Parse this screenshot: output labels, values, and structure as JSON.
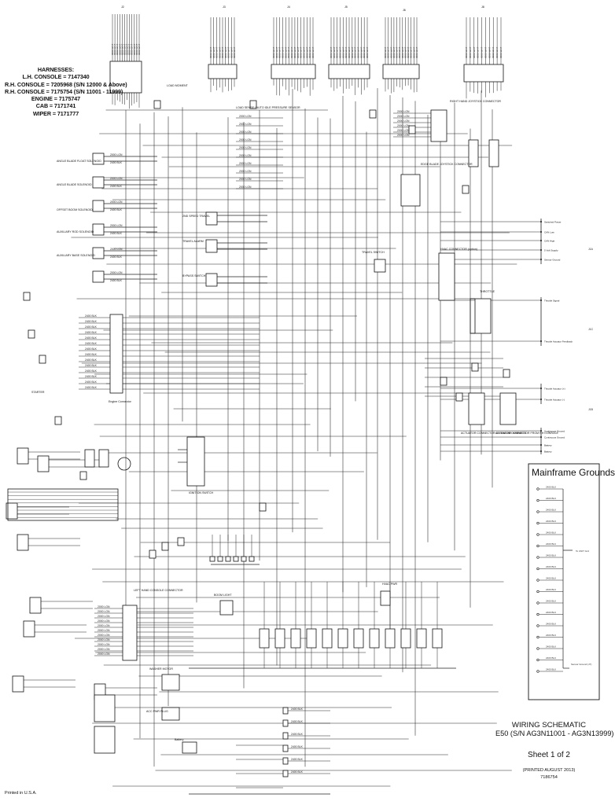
{
  "harnesses": {
    "heading": "HARNESSES:",
    "lines": [
      "L.H. CONSOLE = 7147340",
      "R.H. CONSOLE = 7205968 (S/N 12000 & Above)",
      "R.H. CONSOLE = 7175754 (S/N 11001 - 11999)",
      "ENGINE = 7175747",
      "CAB = 7171741",
      "WIPER = 7171777"
    ]
  },
  "connector_labels": {
    "j2": "J2",
    "j3": "J3",
    "j4": "J4",
    "j5": "J5",
    "j6": "J6",
    "j8": "J8"
  },
  "components": {
    "load_moment": "LOAD MOMENT",
    "load_sense": "LOAD SENSE / AUTO IDLE PRESSURE SENSOR",
    "right_hand_joystick": "RIGHT HAND JOYSTICK CONNECTOR",
    "angle_blade_float": "ANGLE BLADE FLOAT SOLENOID",
    "angle_blade_cw": "ANGLE BLADE SOLENOID",
    "offset_boom": "OFFSET BOOM SOLENOID",
    "auxiliary_rod": "AUXILIARY ROD SOLENOID",
    "auxiliary_base": "AUXILIARY BASE SOLENOID",
    "two_speed": "2ND SPEED TRAVEL",
    "travel_alarm": "TRAVEL ALARM",
    "bypass_switch": "BYPASS SWITCH",
    "edge_blade": "EDGE BLADE JOYSTICK CONNECTOR",
    "travel_switch": "TRAVEL SWITCH",
    "hvac_connector": "HVAC CONNECTOR (option)",
    "throttle": "THROTTLE",
    "engine_connector": "Engine Connector",
    "starter": "STARTER",
    "ignition_switch": "IGNITION SWITCH",
    "lh_hand_console": "LEFT HAND CONSOLE CONNECTOR",
    "washer_motor": "WASHER MOTOR",
    "acc_pwr_plug": "ACC PWR PLUG",
    "boom_light": "BOOM LIGHT",
    "hvac_pwr": "HVAC PWR",
    "actuator_engine": "ACTUATOR CONNECTOR ON ENGINE HARNESS",
    "actuator_console": "ACTUATOR CONNECTOR FROM RH CONSOLE",
    "battery": "Battery"
  },
  "right_side_labels": [
    "Switched Power",
    "CAN Low",
    "CAN High",
    "5 Volt Supply",
    "Sensor Ground",
    "Throttle Signal",
    "Throttle Actuator Feedback",
    "Throttle Actuator (+)",
    "Throttle Actuator (-)",
    "Continuous Ground",
    "Continuous Ground",
    "Battery",
    "Battery"
  ],
  "grounds": {
    "title": "Mainframe Grounds",
    "wires": [
      "2400 BLK",
      "2400 BLK",
      "2400 BLK",
      "2400 BLK",
      "2400 BLK",
      "2400 BLK",
      "2400 BLK",
      "2400 BLK",
      "2400 BLK",
      "2400 BLK",
      "2400 BLK",
      "2400 BLK",
      "2400 BLK",
      "2400 BLK",
      "2400 BLK",
      "2400 BLK",
      "2400 BLK"
    ],
    "stud": "To UNIT Grd",
    "sensor_ground": "Sensor Ground (J7)"
  },
  "title_block": {
    "title": "WIRING SCHEMATIC",
    "model": "E50 (S/N AG3N11001 - AG3N13999)",
    "sheet": "Sheet 1 of 2",
    "printed": "(PRINTED AUGUST 2013)",
    "part_number": "7186754"
  },
  "footer": {
    "printed_in": "Printed in U.S.A."
  }
}
